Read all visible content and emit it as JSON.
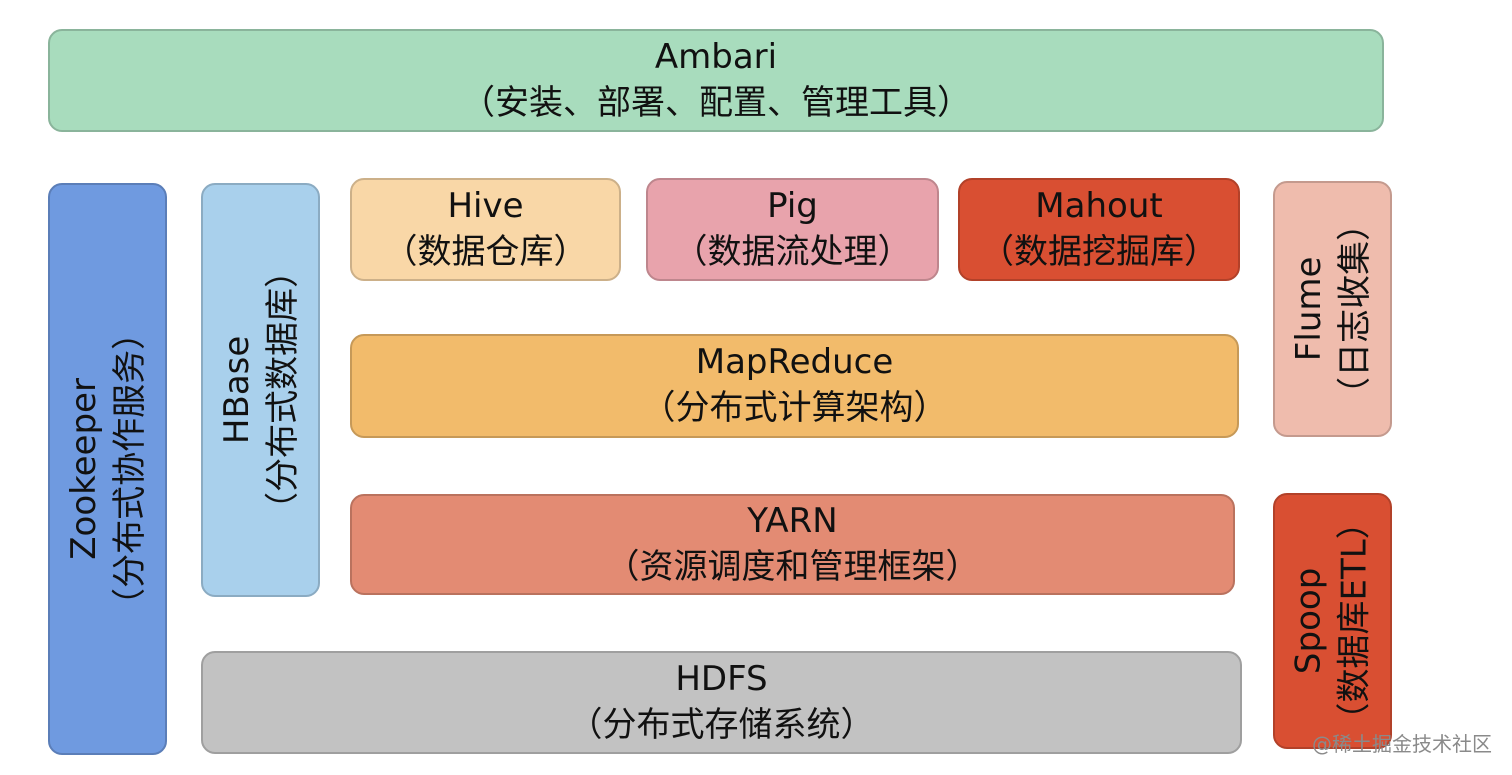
{
  "colors": {
    "ambari": "#a8dcbd",
    "zookeeper": "#6f9ae0",
    "hbase": "#a9d0ec",
    "hive": "#f9d7a7",
    "pig": "#e8a3ac",
    "mahout": "#d94f32",
    "flume": "#efbcad",
    "mapreduce": "#f2bb6b",
    "yarn": "#e38b73",
    "spoop": "#d94f32",
    "hdfs": "#c2c2c2"
  },
  "blocks": {
    "ambari": {
      "name": "Ambari",
      "desc": "（安装、部署、配置、管理工具）"
    },
    "zookeeper": {
      "name": "Zookeeper",
      "desc": "（分布式协作服务）"
    },
    "hbase": {
      "name": "HBase",
      "desc": "（分布式数据库）"
    },
    "hive": {
      "name": "Hive",
      "desc": "（数据仓库）"
    },
    "pig": {
      "name": "Pig",
      "desc": "（数据流处理）"
    },
    "mahout": {
      "name": "Mahout",
      "desc": "（数据挖掘库）"
    },
    "flume": {
      "name": "Flume",
      "desc": "（日志收集）"
    },
    "mapreduce": {
      "name": "MapReduce",
      "desc": "（分布式计算架构）"
    },
    "yarn": {
      "name": "YARN",
      "desc": "（资源调度和管理框架）"
    },
    "spoop": {
      "name": "Spoop",
      "desc": "（数据库ETL）"
    },
    "hdfs": {
      "name": "HDFS",
      "desc": "（分布式存储系统）"
    }
  },
  "watermark": "@稀土掘金技术社区"
}
